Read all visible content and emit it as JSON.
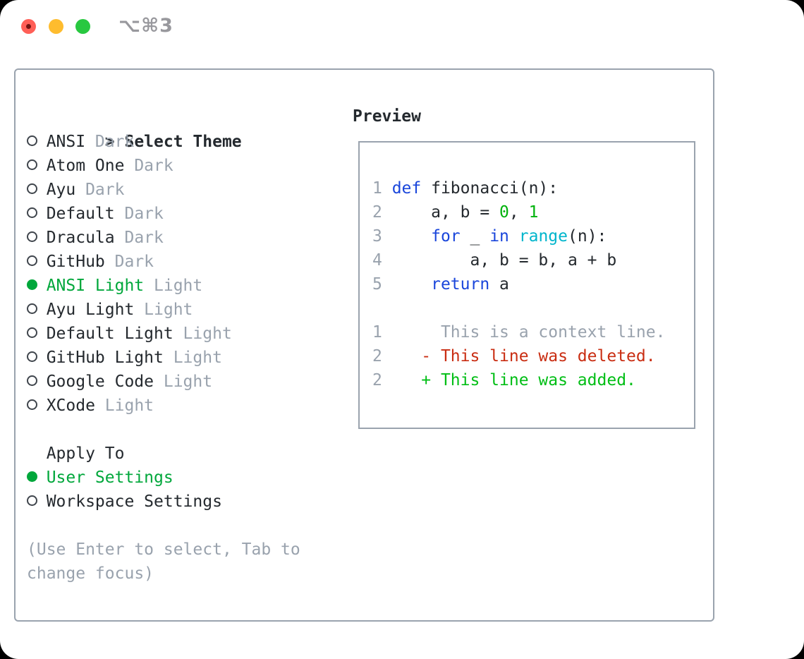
{
  "window": {
    "title": "⌥⌘3",
    "traffic_lights": {
      "close": "red",
      "minimize": "yellow",
      "zoom": "green"
    }
  },
  "colors": {
    "window_bg": "#FFFFFF",
    "ink": "#24292E",
    "muted": "#99A2AD",
    "border": "#9AA3AE",
    "selection_green": "#00A73B",
    "added_green": "#00BE15",
    "literal_green": "#00B20C",
    "keyword_blue": "#1A46DB",
    "function_cyan": "#00B5CC",
    "deleted_red": "#C92D12",
    "circle_ring": "#3F454C",
    "titlebar_text": "#98989D",
    "traffic_red": "#FF5F57",
    "traffic_red_dot": "#731512",
    "traffic_yellow": "#FEBC2E",
    "traffic_green": "#28C840"
  },
  "theme_list": {
    "marker": ">",
    "header": "Select Theme",
    "items": [
      {
        "name": "ANSI",
        "variant": "Dark",
        "selected": false
      },
      {
        "name": "Atom One",
        "variant": "Dark",
        "selected": false
      },
      {
        "name": "Ayu",
        "variant": "Dark",
        "selected": false
      },
      {
        "name": "Default",
        "variant": "Dark",
        "selected": false
      },
      {
        "name": "Dracula",
        "variant": "Dark",
        "selected": false
      },
      {
        "name": "GitHub",
        "variant": "Dark",
        "selected": false
      },
      {
        "name": "ANSI Light",
        "variant": "Light",
        "selected": true
      },
      {
        "name": "Ayu Light",
        "variant": "Light",
        "selected": false
      },
      {
        "name": "Default Light",
        "variant": "Light",
        "selected": false
      },
      {
        "name": "GitHub Light",
        "variant": "Light",
        "selected": false
      },
      {
        "name": "Google Code",
        "variant": "Light",
        "selected": false
      },
      {
        "name": "XCode",
        "variant": "Light",
        "selected": false
      }
    ]
  },
  "apply_to": {
    "header": "Apply To",
    "options": [
      {
        "label": "User Settings",
        "selected": true
      },
      {
        "label": "Workspace Settings",
        "selected": false
      }
    ]
  },
  "help_lines": [
    "(Use Enter to select, Tab to",
    "change focus)"
  ],
  "preview": {
    "title": "Preview",
    "lines": [
      [
        {
          "t": "1 ",
          "s": "num"
        },
        {
          "t": "def",
          "s": "kw"
        },
        {
          "t": " fibonacci(n):",
          "s": "plain"
        }
      ],
      [
        {
          "t": "2 ",
          "s": "num"
        },
        {
          "t": "    a, b = ",
          "s": "plain"
        },
        {
          "t": "0",
          "s": "lit"
        },
        {
          "t": ", ",
          "s": "plain"
        },
        {
          "t": "1",
          "s": "lit"
        }
      ],
      [
        {
          "t": "3 ",
          "s": "num"
        },
        {
          "t": "    ",
          "s": "plain"
        },
        {
          "t": "for",
          "s": "kw"
        },
        {
          "t": " _ ",
          "s": "plain"
        },
        {
          "t": "in",
          "s": "kw"
        },
        {
          "t": " ",
          "s": "plain"
        },
        {
          "t": "range",
          "s": "fn"
        },
        {
          "t": "(n):",
          "s": "plain"
        }
      ],
      [
        {
          "t": "4 ",
          "s": "num"
        },
        {
          "t": "        a, b = b, a + b",
          "s": "plain"
        }
      ],
      [
        {
          "t": "5 ",
          "s": "num"
        },
        {
          "t": "    ",
          "s": "plain"
        },
        {
          "t": "return",
          "s": "kw"
        },
        {
          "t": " a",
          "s": "plain"
        }
      ],
      [],
      [
        {
          "t": "1",
          "s": "num"
        },
        {
          "t": "      This is a context line.",
          "s": "ctx"
        }
      ],
      [
        {
          "t": "2",
          "s": "num"
        },
        {
          "t": "    ",
          "s": "plain"
        },
        {
          "t": "- This line was deleted.",
          "s": "del"
        }
      ],
      [
        {
          "t": "2",
          "s": "num"
        },
        {
          "t": "    ",
          "s": "plain"
        },
        {
          "t": "+ This line was added.",
          "s": "add"
        }
      ]
    ]
  }
}
